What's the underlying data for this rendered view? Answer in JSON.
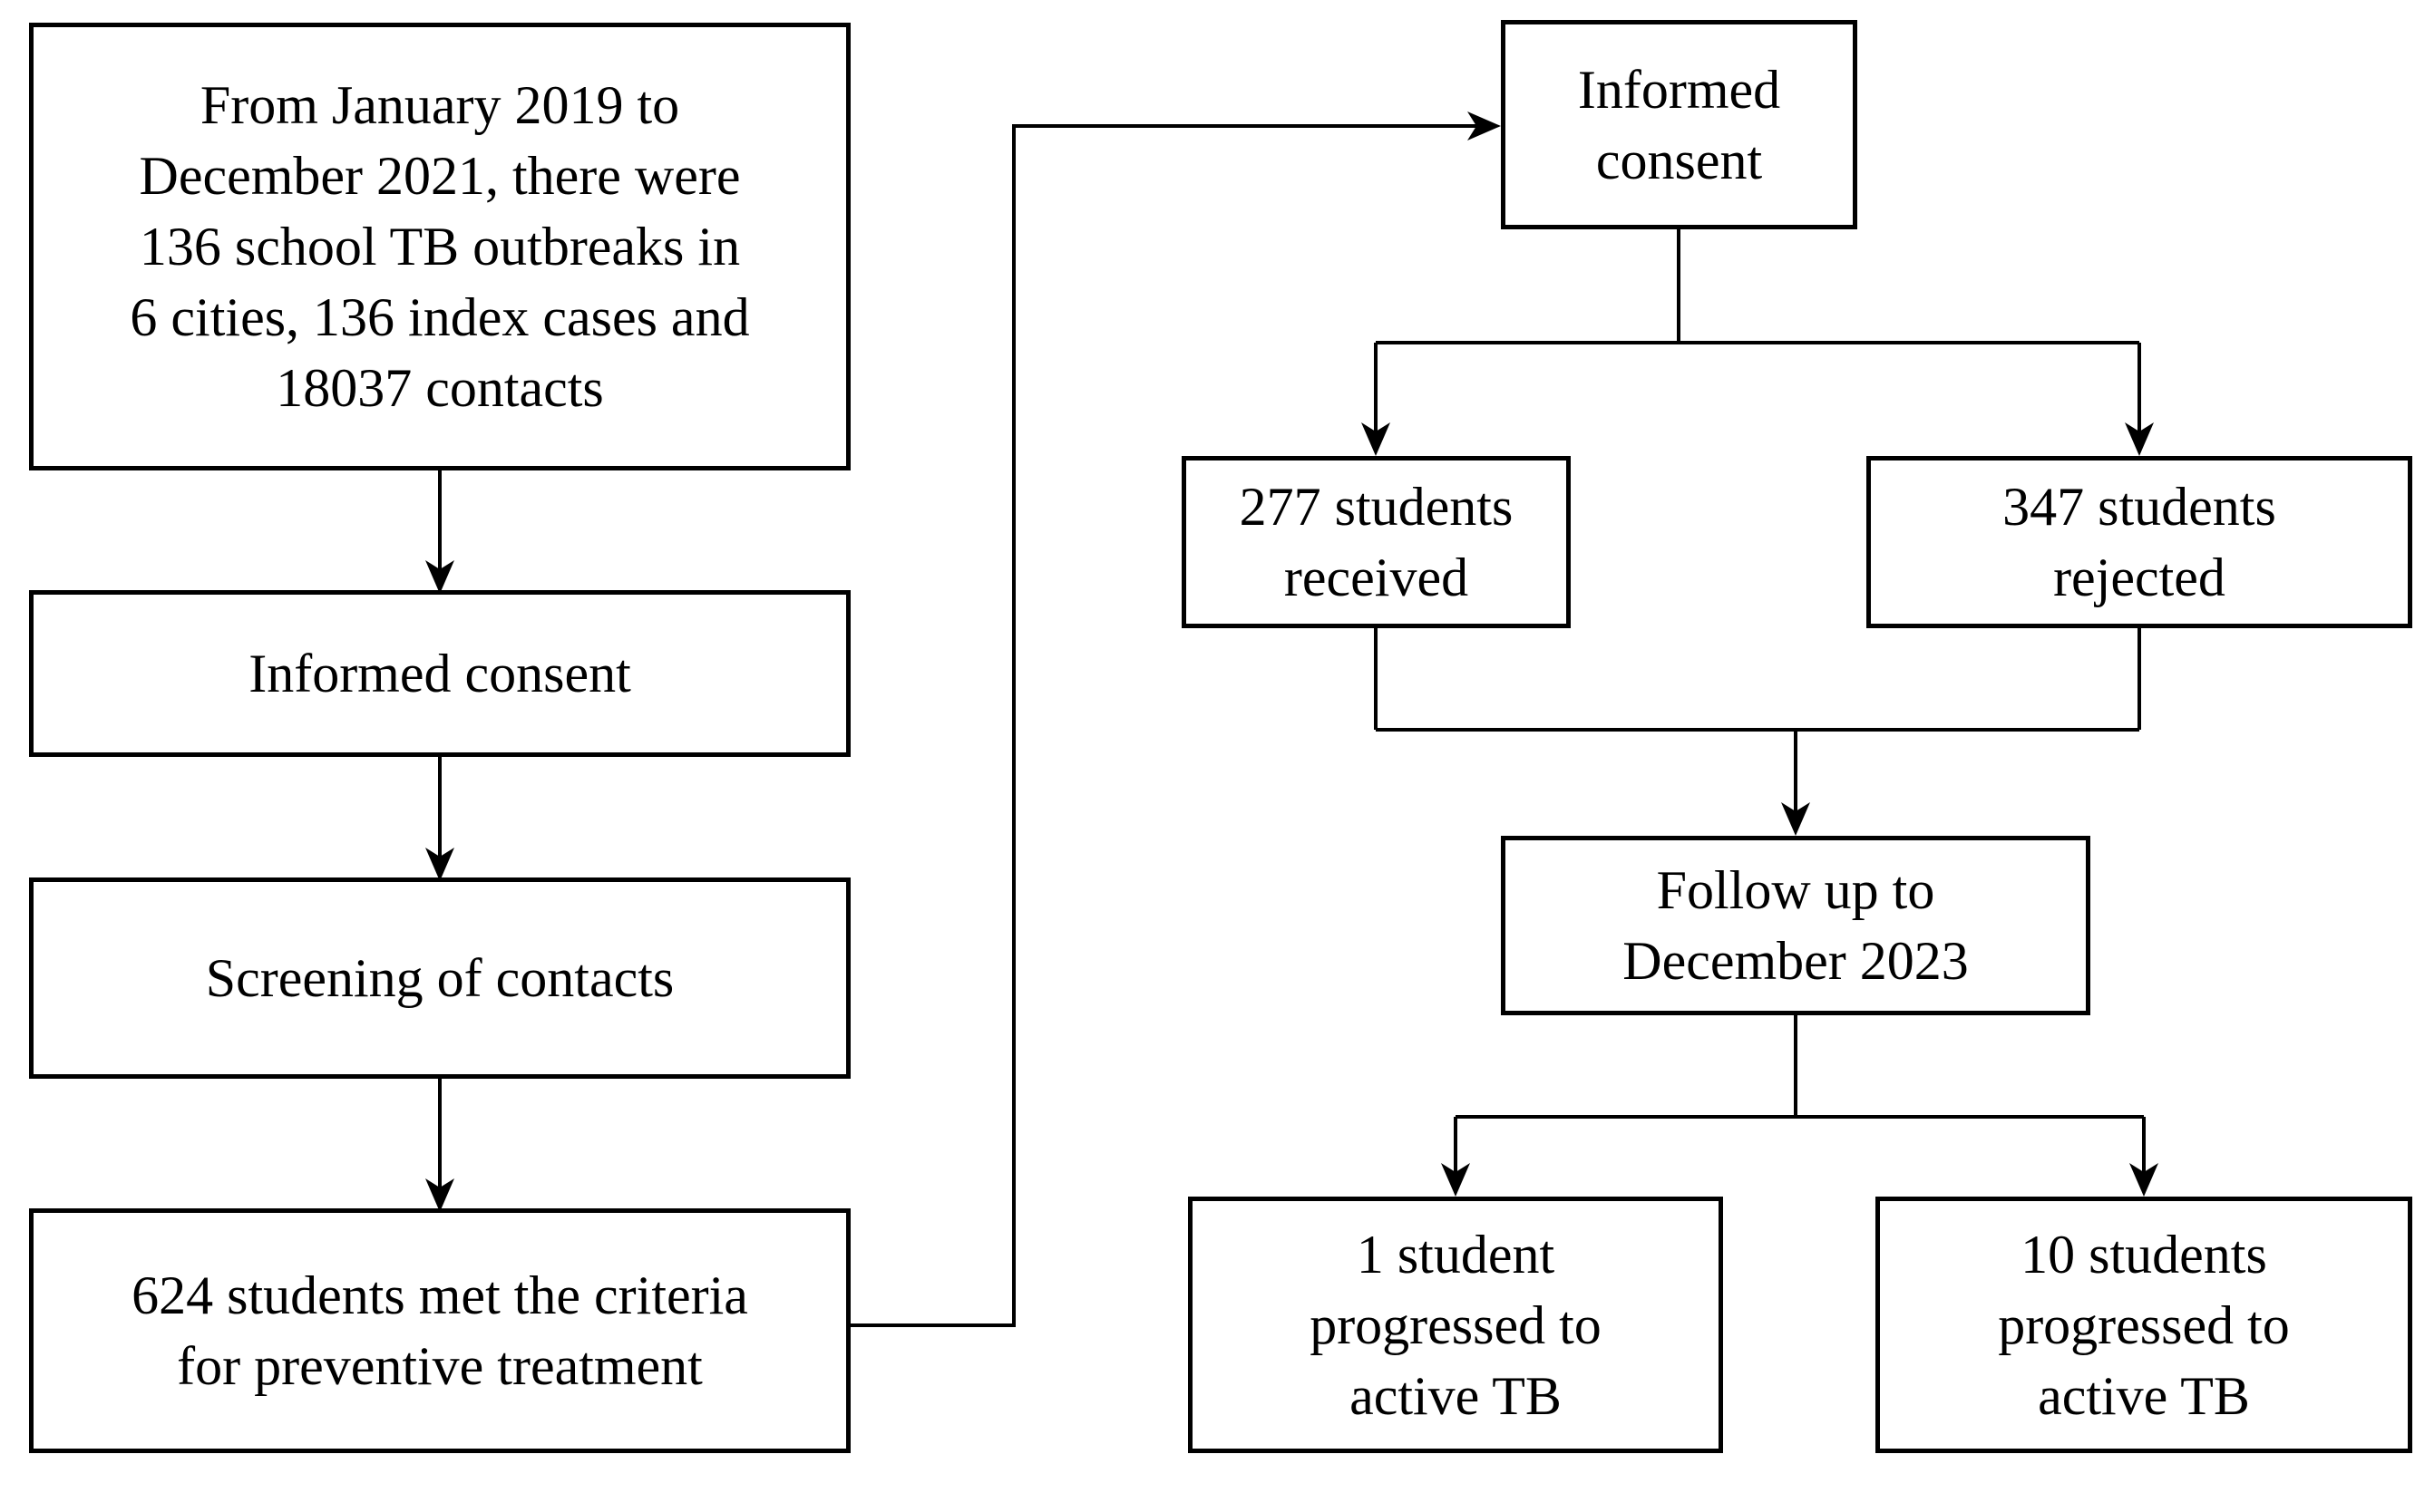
{
  "diagram": {
    "title": "School TB outbreak contact preventive treatment flow chart",
    "type": "flowchart",
    "background_color": "#ffffff",
    "line_color": "#000000",
    "text_color": "#000000",
    "nodes": {
      "outbreak_summary": "From January 2019 to\nDecember 2021, there were\n136 school TB outbreaks in\n6 cities, 136 index cases and\n18037 contacts",
      "consent_left": "Informed consent",
      "screening": "Screening of contacts",
      "criteria": "624 students met the criteria\nfor preventive treatment",
      "consent_right": "Informed consent",
      "received": "277 students\nreceived",
      "rejected": "347 students\nrejected",
      "followup": "Follow up to\nDecember 2023",
      "progressed_left": "1 student\nprogressed to\nactive TB",
      "progressed_right": "10 students\nprogressed to\nactive TB"
    },
    "values": {
      "outbreaks": "136",
      "cities": "6",
      "index_cases": "136",
      "contacts": "18037",
      "eligible_students": "624",
      "received_treatment": "277",
      "rejected_treatment": "347",
      "progressed_received": "1",
      "progressed_rejected": "10",
      "period_start": "January 2019",
      "period_end": "December 2021",
      "followup_end": "December 2023"
    },
    "edges": [
      {
        "from": "outbreak_summary",
        "to": "consent_left",
        "style": "arrow-down"
      },
      {
        "from": "consent_left",
        "to": "screening",
        "style": "arrow-down"
      },
      {
        "from": "screening",
        "to": "criteria",
        "style": "arrow-down"
      },
      {
        "from": "criteria",
        "to": "consent_right",
        "style": "elbow-right-up-arrow"
      },
      {
        "from": "consent_right",
        "to": "received",
        "style": "split-down-left-arrow"
      },
      {
        "from": "consent_right",
        "to": "rejected",
        "style": "split-down-right-arrow"
      },
      {
        "from": "received",
        "to": "followup",
        "style": "merge-down"
      },
      {
        "from": "rejected",
        "to": "followup",
        "style": "merge-down-arrow"
      },
      {
        "from": "followup",
        "to": "progressed_left",
        "style": "split-down-left-arrow"
      },
      {
        "from": "followup",
        "to": "progressed_right",
        "style": "split-down-right-arrow"
      }
    ]
  }
}
